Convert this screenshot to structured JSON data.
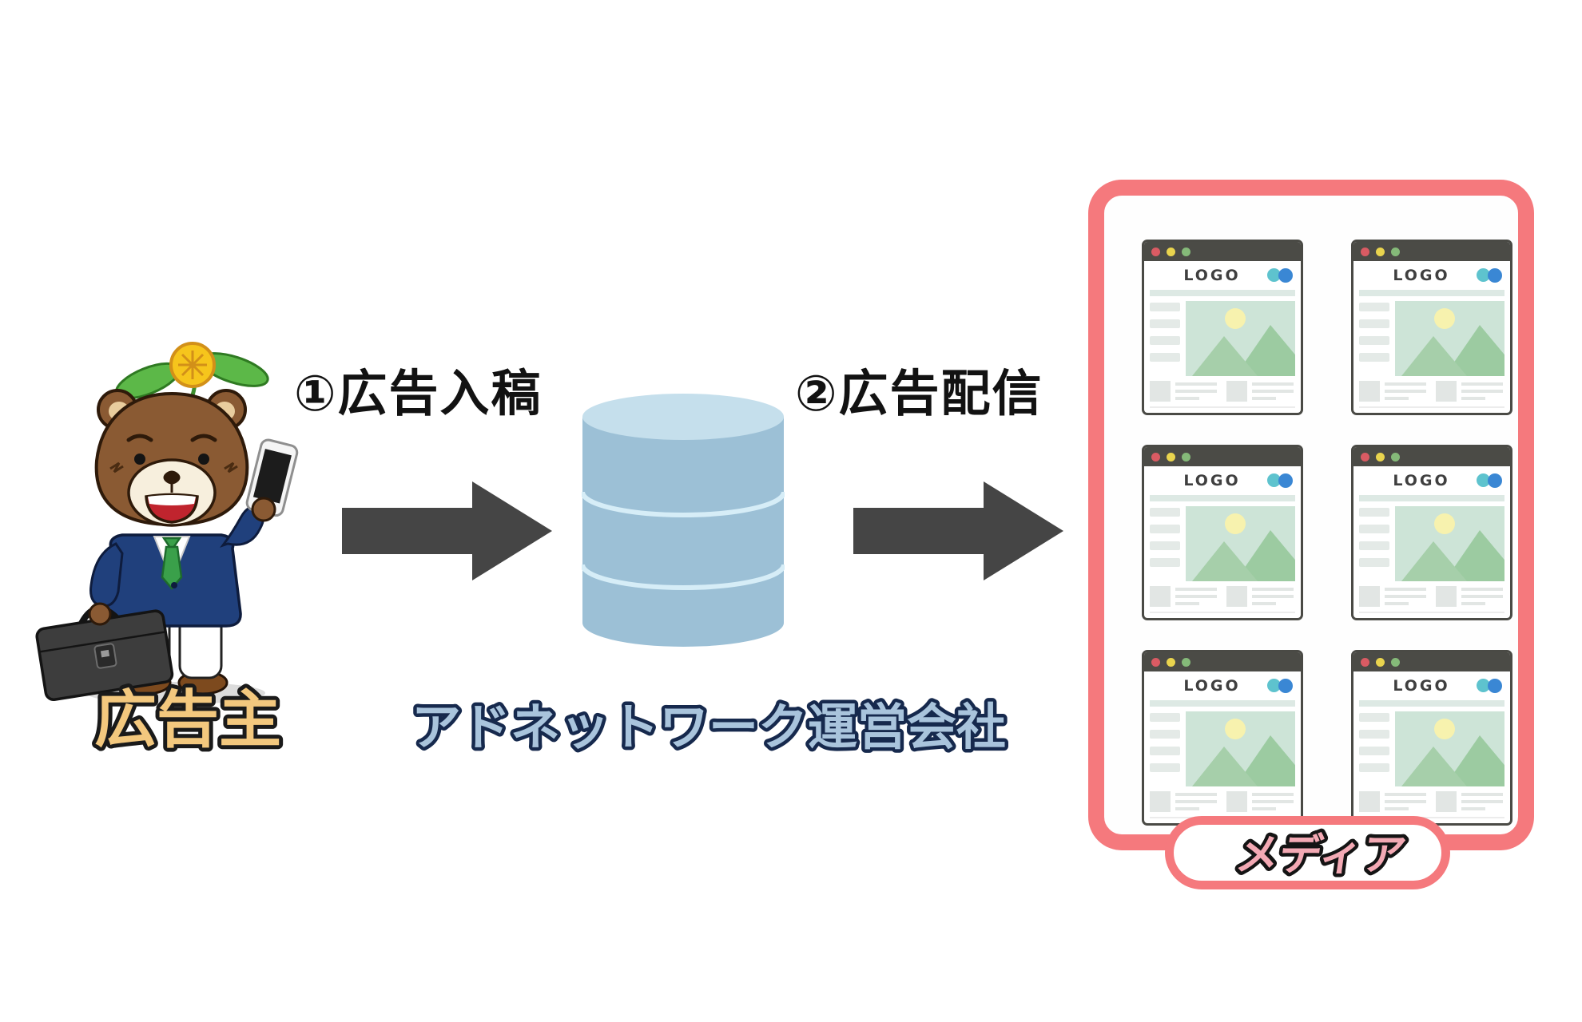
{
  "labels": {
    "advertiser": "広告主",
    "step1": "①広告入稿",
    "network": "アドネットワーク運営会社",
    "step2": "②広告配信",
    "media": "メディア"
  },
  "browser_window": {
    "logo": "LOGO"
  },
  "colors": {
    "advertiser_text_fill": "#f3c87e",
    "network_text_fill": "#a9c4dc",
    "network_text_stroke": "#16294d",
    "media_text_fill": "#f3a9b4",
    "media_frame_border": "#f5797d",
    "arrow": "#454545",
    "cylinder_body": "#9cc0d6",
    "cylinder_top": "#c5dfec",
    "window_titlebar": "#4b4b46",
    "window_dot_red": "#d95b63",
    "window_dot_yellow": "#e9d44e",
    "window_dot_green": "#85ba79",
    "window_circle_teal": "#5ec3ce",
    "window_circle_blue": "#3a87d4"
  }
}
